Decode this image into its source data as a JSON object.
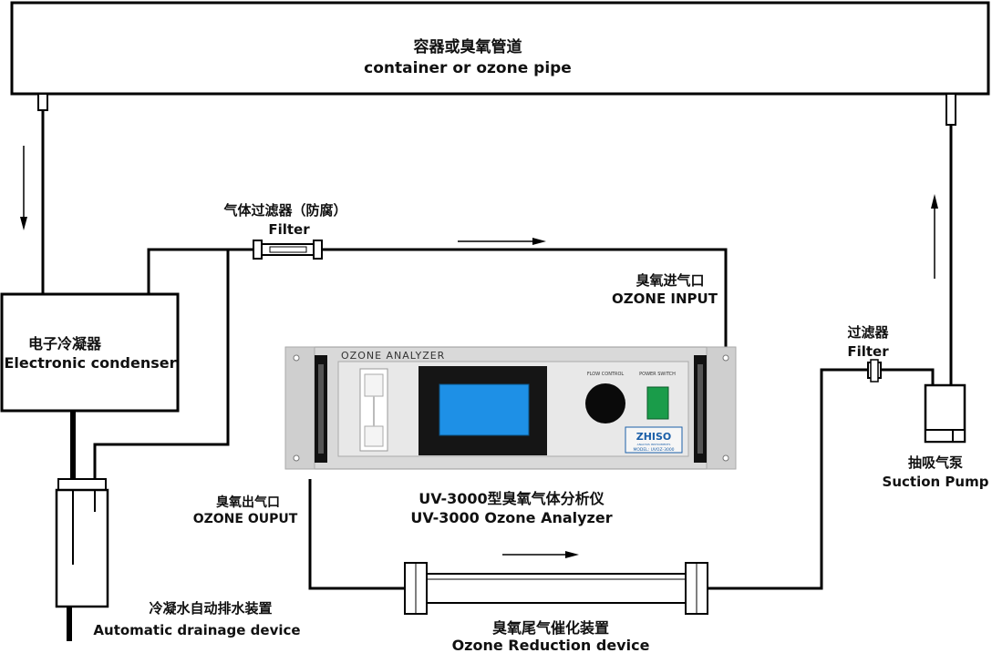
{
  "container": {
    "label_cn": "容器或臭氧管道",
    "label_en": "container or ozone pipe"
  },
  "filter_left": {
    "label_cn": "气体过滤器（防腐）",
    "label_en": "Filter"
  },
  "ozone_input": {
    "label_cn": "臭氧进气口",
    "label_en": "OZONE INPUT"
  },
  "condenser": {
    "label_cn": "电子冷凝器",
    "label_en": "Electronic condenser"
  },
  "filter_right": {
    "label_cn": "过滤器",
    "label_en": "Filter"
  },
  "pump": {
    "label_cn": "抽吸气泵",
    "label_en": "Suction Pump"
  },
  "analyzer": {
    "panel_title": "OZONE ANALYZER",
    "flow_control": "FLOW CONTROL",
    "power_switch": "POWER SWITCH",
    "brand": "ZHISO",
    "brand_sub": "ANALYSIS INSTRUMENTS",
    "model": "MODEL: UVOZ-3000",
    "label_cn": "UV-3000型臭氧气体分析仪",
    "label_en": "UV-3000 Ozone Analyzer"
  },
  "ozone_output": {
    "label_cn": "臭氧出气口",
    "label_en": "OZONE OUPUT"
  },
  "drainage": {
    "label_cn": "冷凝水自动排水装置",
    "label_en": "Automatic drainage device"
  },
  "reduction": {
    "label_cn": "臭氧尾气催化装置",
    "label_en": "Ozone Reduction device"
  },
  "colors": {
    "screen": "#1e90e6",
    "power_button": "#1a9c4a",
    "panel": "#dcdcdc"
  }
}
